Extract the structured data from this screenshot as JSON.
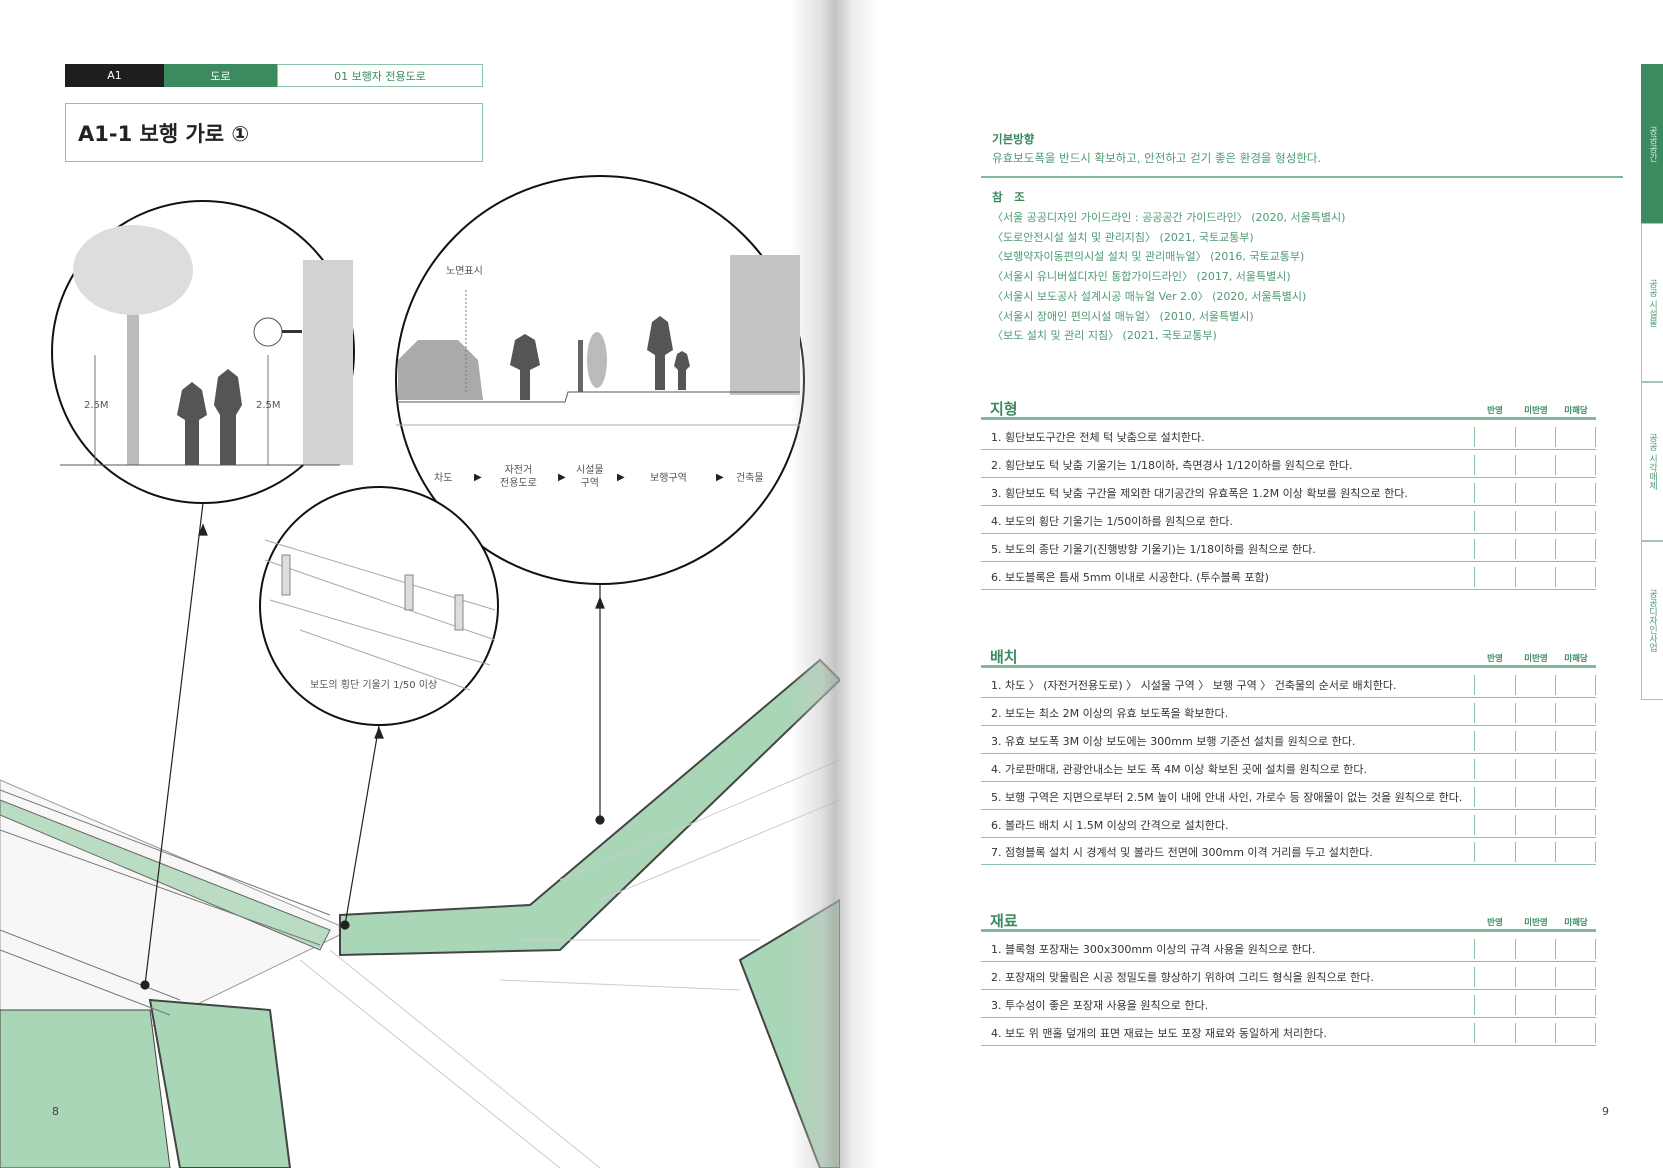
{
  "left_page": {
    "header": {
      "code": "A1",
      "category": "도로",
      "subcategory": "01 보행자 전용도로"
    },
    "title": "A1-1 보행 가로 ①",
    "diagram": {
      "circle1_labels": [
        "2.5M",
        "2.5M"
      ],
      "circle2_marking_label": "노면표시",
      "circle2_zones": [
        "차도",
        "자전거\n전용도로",
        "시설물\n구역",
        "보행구역",
        "건축물"
      ],
      "circle3_label": "보도의 횡단 기울기 1/50 이상"
    },
    "page_number": "8"
  },
  "right_page": {
    "basic_direction": {
      "heading": "기본방향",
      "text": "유효보도폭을 반드시 확보하고, 안전하고 걷기 좋은 환경을 형성한다."
    },
    "references": {
      "heading": "참　조",
      "items": [
        "〈서울 공공디자인 가이드라인 : 공공공간 가이드라인〉 (2020, 서울특별시)",
        "〈도로안전시설 설치 및 관리지침〉 (2021, 국토교통부)",
        "〈보행약자이동편의시설 설치 및 관리매뉴얼〉 (2016, 국토교통부)",
        "〈서울시 유니버설디자인 통합가이드라인〉 (2017, 서울특별시)",
        "〈서울시 보도공사 설계시공 매뉴얼 Ver 2.0〉 (2020, 서울특별시)",
        "〈서울시 장애인 편의시설 매뉴얼〉 (2010, 서울특별시)",
        "〈보도 설치 및 관리 지침〉 (2021, 국토교통부)"
      ]
    },
    "column_headers": [
      "반영",
      "미반영",
      "미해당"
    ],
    "sections": [
      {
        "title": "지형",
        "items": [
          "1. 횡단보도구간은 전체 턱 낮춤으로 설치한다.",
          "2. 횡단보도 턱 낮춤 기울기는 1/18이하, 측면경사 1/12이하를 원칙으로 한다.",
          "3. 횡단보도 턱 낮춤 구간을 제외한 대기공간의 유효폭은 1.2M 이상 확보를 원칙으로 한다.",
          "4. 보도의 횡단 기울기는 1/50이하를 원칙으로 한다.",
          "5. 보도의 종단 기울기(진행방향 기울기)는 1/18이하를 원칙으로 한다.",
          "6. 보도블록은 틈새 5mm 이내로 시공한다. (투수블록 포함)"
        ]
      },
      {
        "title": "배치",
        "items": [
          "1. 차도 〉 (자전거전용도로) 〉 시설물 구역 〉 보행 구역 〉 건축물의 순서로 배치한다.",
          "2. 보도는 최소 2M 이상의 유효 보도폭을 확보한다.",
          "3. 유효 보도폭 3M 이상 보도에는 300mm 보행 기준선 설치를 원칙으로 한다.",
          "4. 가로판매대, 관광안내소는 보도 폭 4M 이상 확보된 곳에 설치를 원칙으로 한다.",
          "5. 보행 구역은 지면으로부터 2.5M 높이 내에 안내 사인, 가로수 등 장애물이 없는 것을 원칙으로 한다.",
          "6. 볼라드 배치 시 1.5M 이상의 간격으로 설치한다.",
          "7. 점형블록 설치 시 경계석 및 볼라드 전면에 300mm 이격 거리를 두고 설치한다."
        ]
      },
      {
        "title": "재료",
        "items": [
          "1. 블록형 포장재는 300x300mm 이상의 규격 사용을 원칙으로 한다.",
          "2. 포장재의 맞물림은 시공 정밀도를 향상하기 위하여 그리드 형식을 원칙으로 한다.",
          "3. 투수성이 좋은 포장재 사용을 원칙으로 한다.",
          "4. 보도 위 맨홀 덮개의 표면 재료는 보도 포장 재료와 동일하게 처리한다."
        ]
      }
    ],
    "side_tabs": [
      "공공공간",
      "공공 시설물",
      "공공 시각매체",
      "공공디자인사업"
    ],
    "page_number": "9"
  },
  "colors": {
    "brand_green": "#3b8a60",
    "light_green": "#8cc3a5",
    "diagram_green": "#a9d6b6",
    "header_black": "#1e1e1e"
  }
}
